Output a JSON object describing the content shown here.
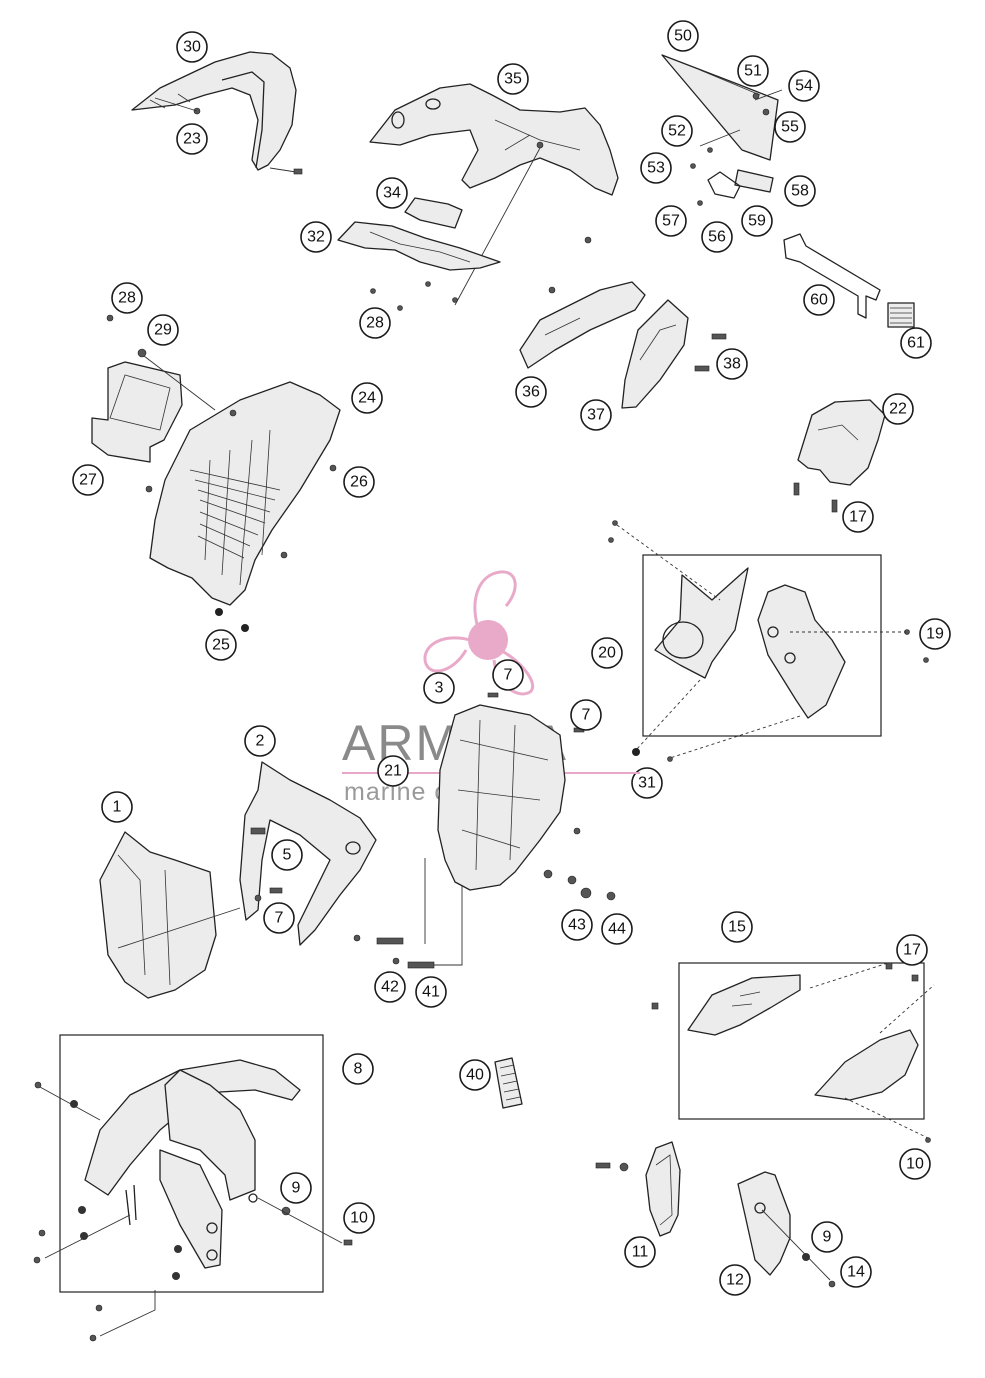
{
  "watermark": {
    "brand": "ARMADA",
    "tagline": "marine outboards",
    "brand_color": "#e8a6c8"
  },
  "callouts": {
    "c1": "1",
    "c2": "2",
    "c3": "3",
    "c5": "5",
    "c7a": "7",
    "c7b": "7",
    "c7c": "7",
    "c8": "8",
    "c9a": "9",
    "c9b": "9",
    "c10a": "10",
    "c10b": "10",
    "c11": "11",
    "c12": "12",
    "c14": "14",
    "c15": "15",
    "c17a": "17",
    "c17b": "17",
    "c19": "19",
    "c20": "20",
    "c21": "21",
    "c22": "22",
    "c23": "23",
    "c24": "24",
    "c25": "25",
    "c26": "26",
    "c27": "27",
    "c28a": "28",
    "c28b": "28",
    "c29": "29",
    "c30": "30",
    "c31": "31",
    "c32": "32",
    "c34": "34",
    "c35": "35",
    "c36": "36",
    "c37": "37",
    "c38": "38",
    "c40": "40",
    "c41": "41",
    "c42": "42",
    "c43": "43",
    "c44": "44",
    "c50": "50",
    "c51": "51",
    "c52": "52",
    "c53": "53",
    "c54": "54",
    "c55": "55",
    "c56": "56",
    "c57": "57",
    "c58": "58",
    "c59": "59",
    "c60": "60",
    "c61": "61"
  }
}
